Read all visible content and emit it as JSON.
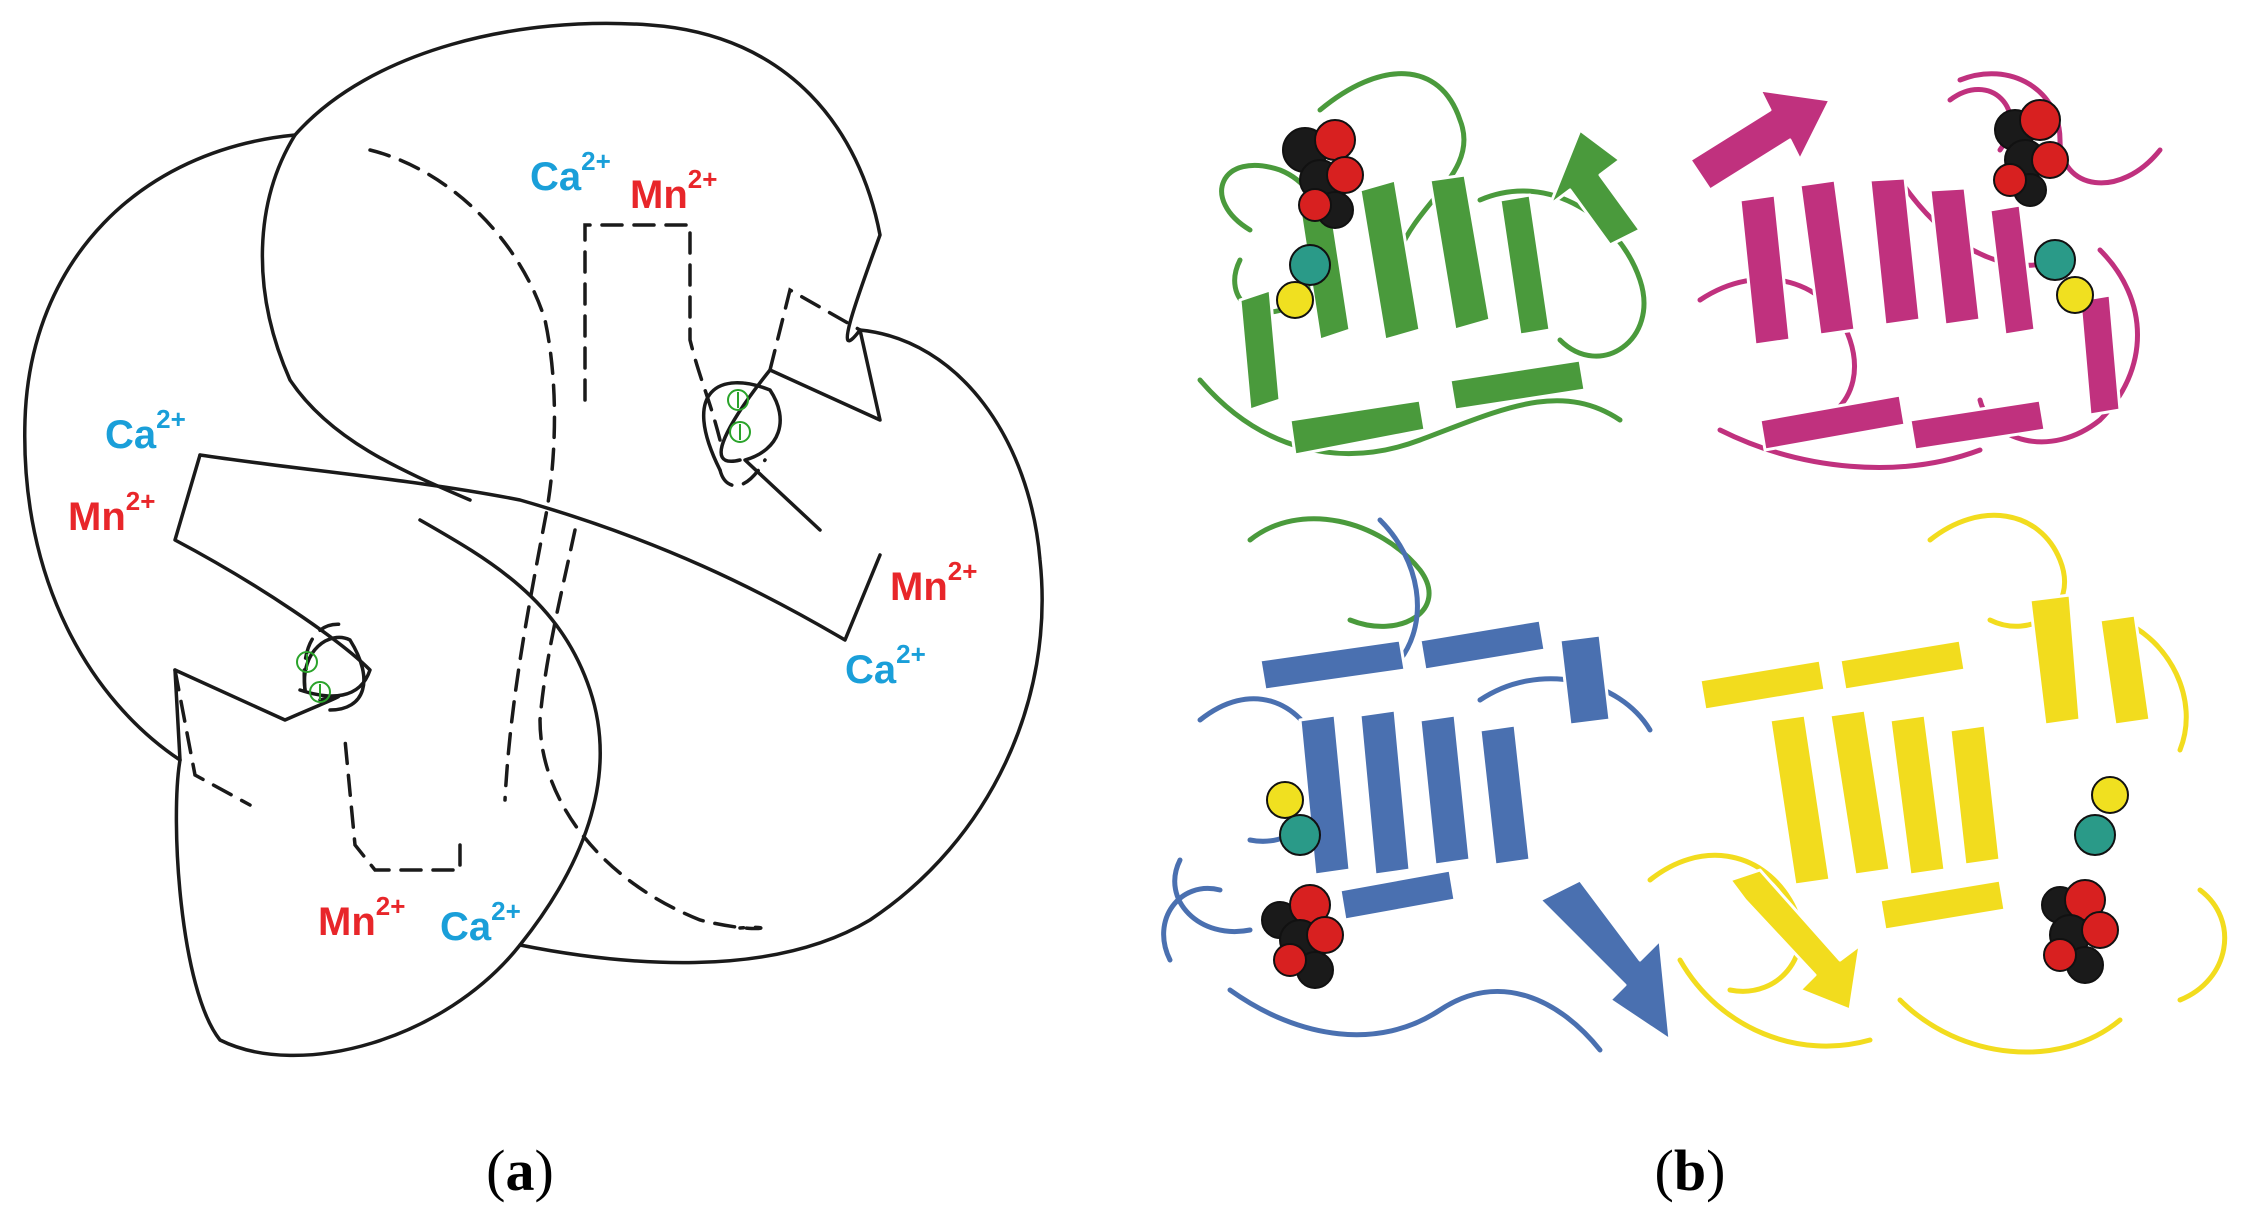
{
  "panels": [
    {
      "label": "a",
      "ions": [
        {
          "element": "Ca",
          "charge": "2+",
          "color": "#1a9fd9"
        },
        {
          "element": "Mn",
          "charge": "2+",
          "color": "#e8262a"
        },
        {
          "element": "Ca",
          "charge": "2+",
          "color": "#1a9fd9"
        },
        {
          "element": "Mn",
          "charge": "2+",
          "color": "#e8262a"
        },
        {
          "element": "Mn",
          "charge": "2+",
          "color": "#e8262a"
        },
        {
          "element": "Ca",
          "charge": "2+",
          "color": "#1a9fd9"
        },
        {
          "element": "Mn",
          "charge": "2+",
          "color": "#e8262a"
        },
        {
          "element": "Ca",
          "charge": "2+",
          "color": "#1a9fd9"
        }
      ],
      "marker_color": "#2aa32a"
    },
    {
      "label": "b",
      "subunit_colors": [
        "#4a9a3c",
        "#c0317e",
        "#4a70b0",
        "#f2dc1e"
      ],
      "sphere_colors": {
        "calcium": "#2a9a88",
        "manganese": "#f0e020",
        "oxygen": "#d82020",
        "carbon": "#1a1a1a"
      }
    }
  ]
}
